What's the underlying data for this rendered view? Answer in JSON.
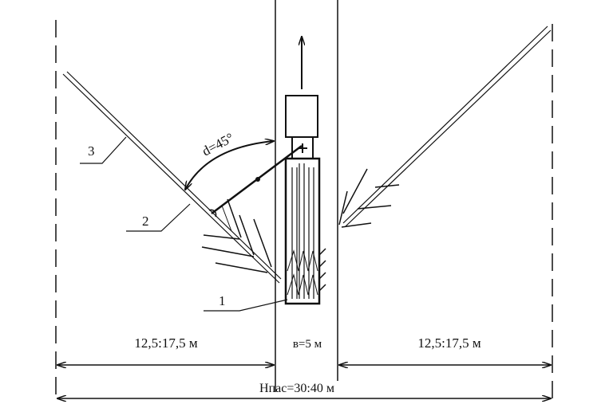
{
  "labels": {
    "tree_3": "3",
    "boom_2": "2",
    "bundle_1": "1",
    "angle": "d=45°"
  },
  "dimensions": {
    "left_strip": "12,5:17,5 м",
    "road_width": "в=5 м",
    "right_strip": "12,5:17,5 м",
    "total": "Нпас=30:40 м"
  }
}
